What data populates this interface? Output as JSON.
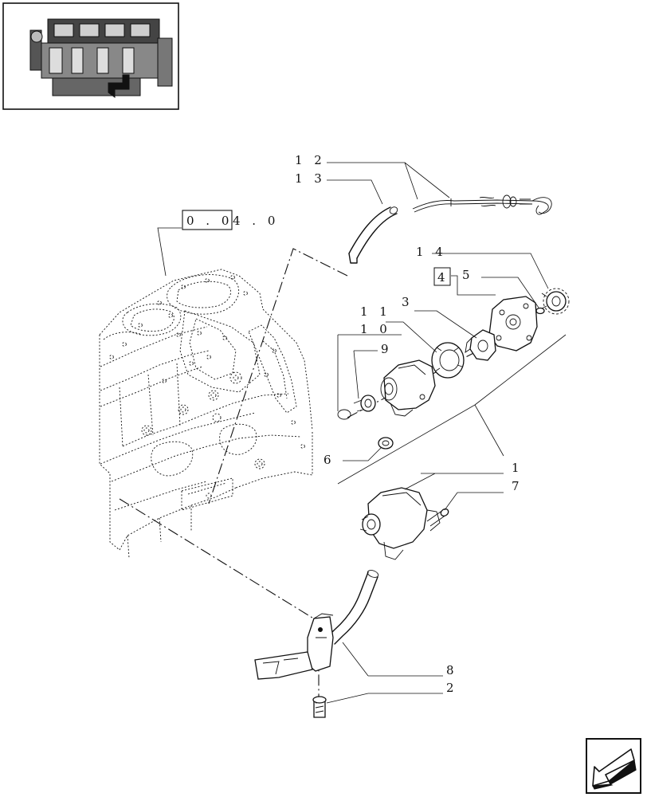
{
  "reference_box": {
    "part1": "0 . 0",
    "part2": "4 . 0"
  },
  "labels": {
    "p12": "1 2",
    "p13": "1 3",
    "p14": "1 4",
    "p4": "4",
    "p5": "5",
    "p11": "1 1",
    "p3": "3",
    "p10": "1 0",
    "p9": "9",
    "p6": "6",
    "p1": "1",
    "p7": "7",
    "p8": "8",
    "p2": "2"
  },
  "icons": {
    "thumbnail": "engine-thumbnail-icon",
    "navigation": "next-page-arrow-icon"
  }
}
